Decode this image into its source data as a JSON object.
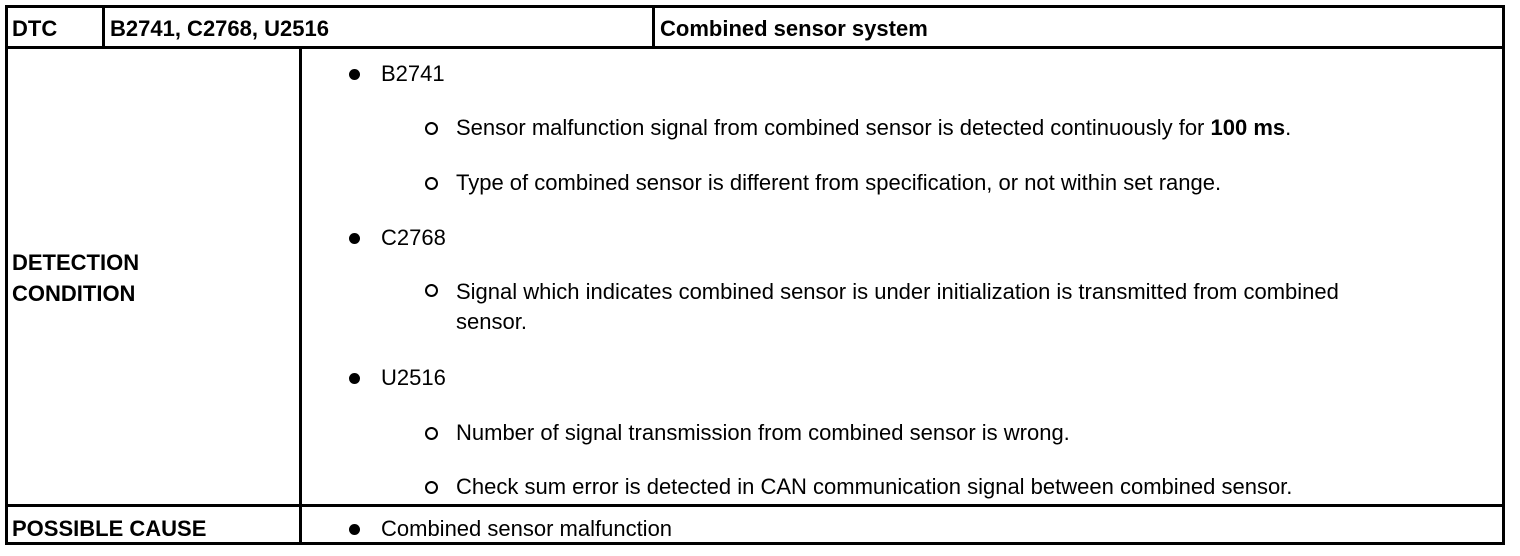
{
  "header": {
    "dtc_label": "DTC",
    "dtc_codes": "B2741, C2768, U2516",
    "system": "Combined sensor system"
  },
  "detection": {
    "label_line1": "DETECTION",
    "label_line2": "CONDITION",
    "groups": [
      {
        "code": "B2741",
        "items": [
          {
            "text_pre": "Sensor malfunction signal from combined sensor is detected continuously for ",
            "text_bold": "100 ms",
            "text_post": "."
          },
          {
            "text": "Type of combined sensor is different from specification, or not within set range."
          }
        ]
      },
      {
        "code": "C2768",
        "items": [
          {
            "text": "Signal which indicates combined sensor is under initialization is transmitted from combined sensor."
          }
        ]
      },
      {
        "code": "U2516",
        "items": [
          {
            "text": "Number of signal transmission from combined sensor is wrong."
          },
          {
            "text": "Check sum error is detected in CAN communication signal between combined sensor."
          }
        ]
      }
    ]
  },
  "possible_cause": {
    "label": "POSSIBLE CAUSE",
    "items": [
      "Combined sensor malfunction"
    ]
  }
}
